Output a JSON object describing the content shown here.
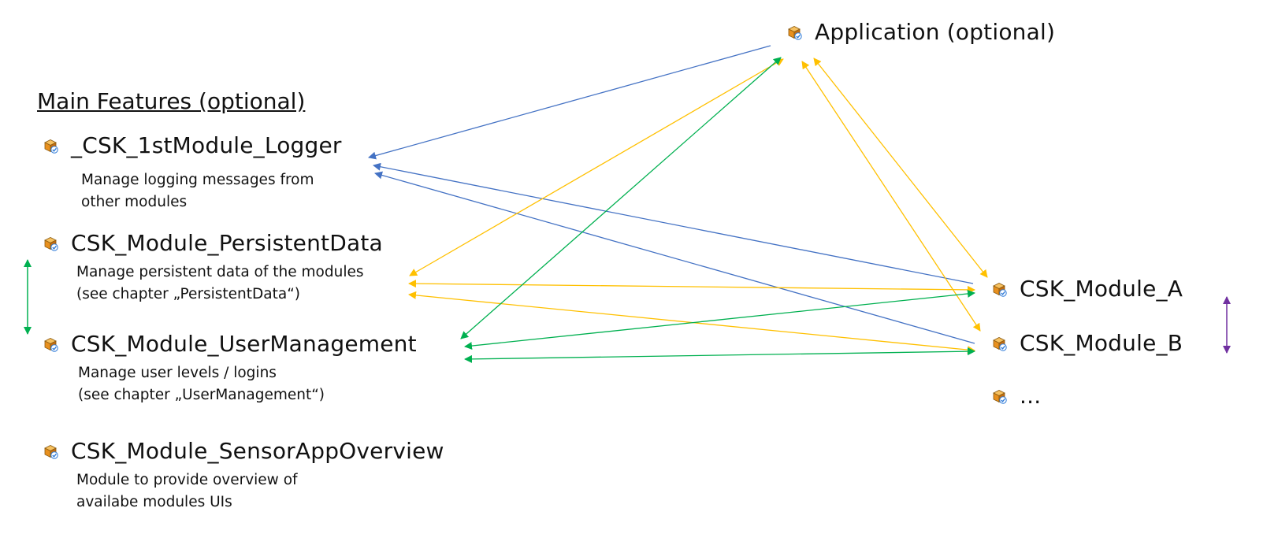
{
  "application": {
    "label": "Application (optional)"
  },
  "main_features": {
    "heading": "Main Features (optional)",
    "modules": [
      {
        "label": "_CSK_1stModule_Logger",
        "desc": [
          "Manage logging messages from",
          "other modules"
        ]
      },
      {
        "label": "CSK_Module_PersistentData",
        "desc": [
          "Manage persistent data of the modules",
          "(see chapter „PersistentData“)"
        ]
      },
      {
        "label": "CSK_Module_UserManagement",
        "desc": [
          "Manage user levels / logins",
          "(see chapter „UserManagement“)"
        ]
      },
      {
        "label": "CSK_Module_SensorAppOverview",
        "desc": [
          "Module to provide overview of",
          "availabe modules UIs"
        ]
      }
    ]
  },
  "custom_modules": [
    {
      "label": "CSK_Module_A"
    },
    {
      "label": "CSK_Module_B"
    },
    {
      "label": "..."
    }
  ],
  "colors": {
    "blue": "#4472C4",
    "yellow": "#FFC000",
    "green": "#00B050",
    "purple": "#7030A0",
    "icon_box": "#F0A030",
    "icon_check": "#2F7BD8"
  },
  "icons": {
    "module": "module-box-icon"
  }
}
